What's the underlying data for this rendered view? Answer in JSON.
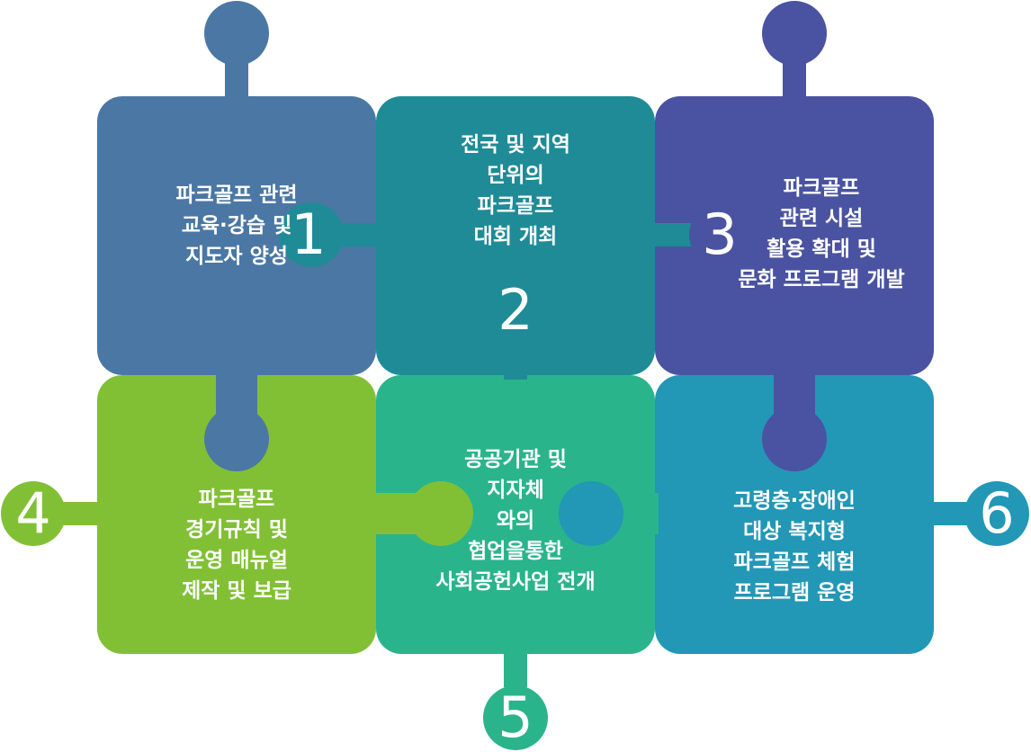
{
  "colors": {
    "p1": "#4b77a4",
    "p2": "#1f8b97",
    "p3": "#4a53a1",
    "p4": "#81c035",
    "p5": "#2ab48b",
    "p6": "#2297b6"
  },
  "pieces": [
    {
      "number": "1",
      "lines": [
        "파크골프 관련",
        "교육·강습 및",
        "지도자 양성"
      ]
    },
    {
      "number": "2",
      "lines": [
        "전국 및 지역",
        "단위의",
        "파크골프",
        "대회 개최"
      ]
    },
    {
      "number": "3",
      "lines": [
        "파크골프",
        "관련 시설",
        "활용 확대 및",
        "문화 프로그램 개발"
      ]
    },
    {
      "number": "4",
      "lines": [
        "파크골프",
        "경기규칙 및",
        "운영 매뉴얼",
        "제작 및 보급"
      ]
    },
    {
      "number": "5",
      "lines": [
        "공공기관 및",
        "지자체",
        "와의",
        "협업을통한",
        "사회공헌사업 전개"
      ]
    },
    {
      "number": "6",
      "lines": [
        "고령층·장애인",
        "대상 복지형",
        "파크골프 체험",
        "프로그램 운영"
      ]
    }
  ]
}
